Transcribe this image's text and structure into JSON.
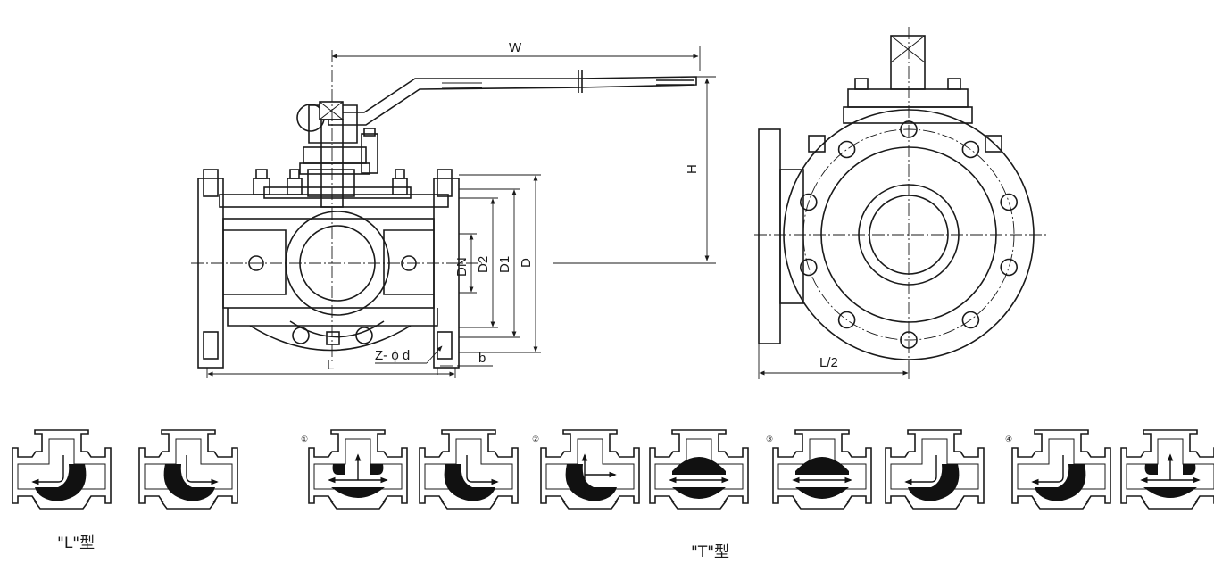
{
  "dimensions": {
    "W": "W",
    "H": "H",
    "DN": "DN",
    "D2": "D2",
    "D1": "D1",
    "D": "D",
    "L": "L",
    "Z_phi_d": "Z- ϕ d",
    "b": "b",
    "L_half": "L/2"
  },
  "captions": {
    "l_type": "\"L\"型",
    "t_type": "\"T\"型"
  },
  "schematics": {
    "l_type": [
      {
        "flow": "top-to-left"
      },
      {
        "flow": "top-to-right"
      }
    ],
    "t_type_groups": [
      {
        "number": "①",
        "views": [
          {
            "flow": "top-to-both-sides"
          },
          {
            "flow": "top-to-right"
          }
        ]
      },
      {
        "number": "②",
        "views": [
          {
            "flow": "top-to-right-and-down"
          },
          {
            "flow": "left-right-through"
          }
        ]
      },
      {
        "number": "③",
        "views": [
          {
            "flow": "left-right-through"
          },
          {
            "flow": "top-to-left"
          }
        ]
      },
      {
        "number": "④",
        "views": [
          {
            "flow": "top-to-left"
          },
          {
            "flow": "top-to-both-sides"
          }
        ]
      }
    ]
  },
  "colors": {
    "line": "#1a1a1a",
    "ball": "#111111",
    "background": "#ffffff"
  }
}
